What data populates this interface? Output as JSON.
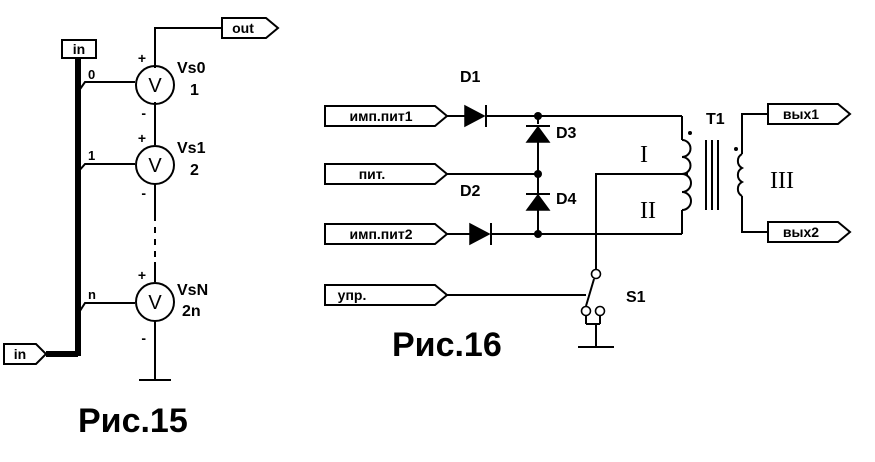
{
  "fig15": {
    "caption": "Рис.15",
    "bus_label": "in",
    "input_port": "in",
    "output_port": "out",
    "taps": [
      "0",
      "1",
      "n"
    ],
    "sources": [
      {
        "name": "Vs0",
        "value": "1",
        "symbol": "V",
        "plus": "+",
        "minus": "-"
      },
      {
        "name": "Vs1",
        "value": "2",
        "symbol": "V",
        "plus": "+",
        "minus": "-"
      },
      {
        "name": "VsN",
        "value": "2n",
        "symbol": "V",
        "plus": "+",
        "minus": "-"
      }
    ]
  },
  "fig16": {
    "caption": "Рис.16",
    "ports_in": {
      "pulse1": "имп.пит1",
      "supply": "пит.",
      "pulse2": "имп.пит2",
      "control": "упр."
    },
    "ports_out": {
      "out1": "вых1",
      "out2": "вых2"
    },
    "diodes": {
      "d1": "D1",
      "d2": "D2",
      "d3": "D3",
      "d4": "D4"
    },
    "transformer": "T1",
    "switch": "S1",
    "windings": {
      "w1": "I",
      "w2": "II",
      "w3": "III"
    }
  }
}
